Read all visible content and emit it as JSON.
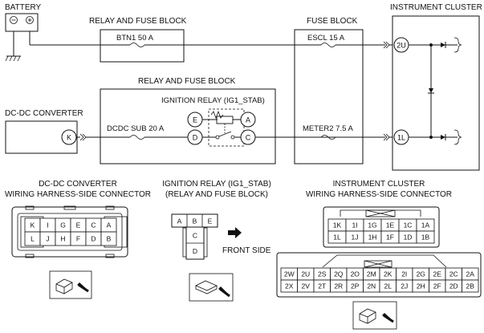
{
  "schematic": {
    "battery": {
      "title": "BATTERY",
      "minus": "⊖",
      "plus": "⊕"
    },
    "relay_fuse_block_top": {
      "title": "RELAY AND FUSE BLOCK",
      "fuse": "BTN1 50 A"
    },
    "relay_fuse_block_mid": {
      "title": "RELAY AND FUSE BLOCK",
      "fuse": "DCDC SUB 20 A"
    },
    "fuse_block": {
      "title": "FUSE BLOCK",
      "fuse_top": "ESCL 15 A",
      "fuse_bottom": "METER2 7.5 A"
    },
    "instrument_cluster": {
      "title": "INSTRUMENT CLUSTER",
      "term_top": "2U",
      "term_bottom": "1L"
    },
    "dcdc_converter": {
      "title": "DC-DC CONVERTER",
      "terminal": "K"
    },
    "ignition_relay": {
      "title": "IGNITION RELAY (IG1_STAB)",
      "terms": [
        "E",
        "A",
        "D",
        "C"
      ]
    }
  },
  "connectors": {
    "dcdc": {
      "title1": "DC-DC CONVERTER",
      "title2": "WIRING HARNESS-SIDE CONNECTOR",
      "row1": [
        "K",
        "I",
        "G",
        "E",
        "C",
        "A"
      ],
      "row2": [
        "L",
        "J",
        "H",
        "F",
        "D",
        "B"
      ]
    },
    "relay": {
      "title1": "IGNITION RELAY (IG1_STAB)",
      "title2": "(RELAY AND FUSE BLOCK)",
      "top": [
        "A",
        "B",
        "E"
      ],
      "mid": "C",
      "bot": "D",
      "front_side": "FRONT SIDE"
    },
    "cluster": {
      "title1": "INSTRUMENT CLUSTER",
      "title2": "WIRING HARNESS-SIDE CONNECTOR",
      "small_row1": [
        "1K",
        "1I",
        "1G",
        "1E",
        "1C",
        "1A"
      ],
      "small_row2": [
        "1L",
        "1J",
        "1H",
        "1F",
        "1D",
        "1B"
      ],
      "big_row1": [
        "2W",
        "2U",
        "2S",
        "2Q",
        "2O",
        "2M",
        "2K",
        "2I",
        "2G",
        "2E",
        "2C",
        "2A"
      ],
      "big_row2": [
        "2X",
        "2V",
        "2T",
        "2R",
        "2P",
        "2N",
        "2L",
        "2J",
        "2H",
        "2F",
        "2D",
        "2B"
      ]
    }
  }
}
